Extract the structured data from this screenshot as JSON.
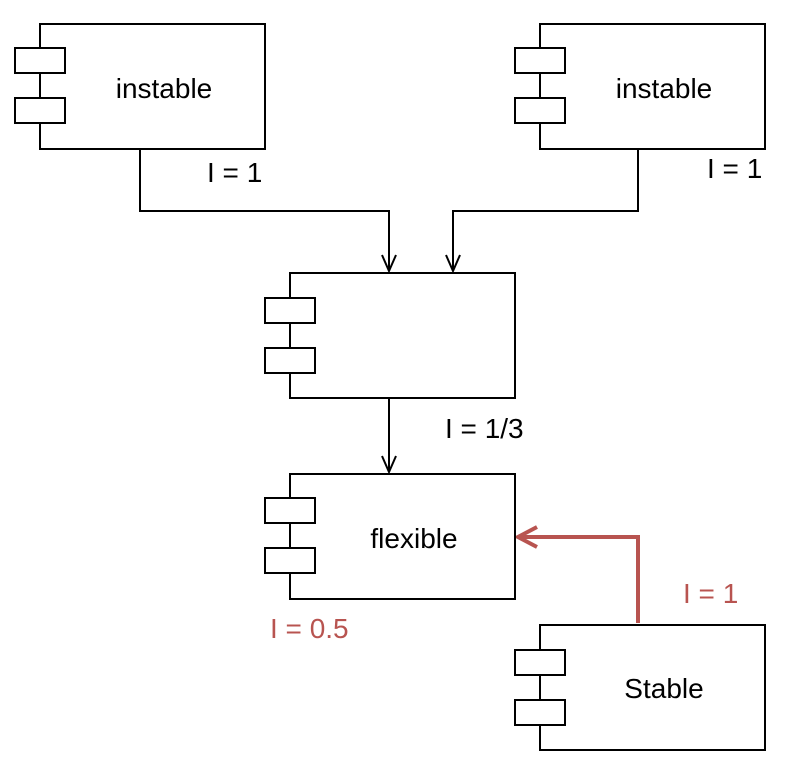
{
  "colors": {
    "stroke": "#000000",
    "highlight": "#b85450"
  },
  "components": {
    "top_left": {
      "label": "instable"
    },
    "top_right": {
      "label": "instable"
    },
    "middle": {
      "label": ""
    },
    "flexible": {
      "label": "flexible"
    },
    "stable": {
      "label": "Stable"
    }
  },
  "metrics": {
    "top_left": "I = 1",
    "top_right": "I = 1",
    "middle": "I = 1/3",
    "flexible": "I = 0.5",
    "stable": "I = 1"
  }
}
